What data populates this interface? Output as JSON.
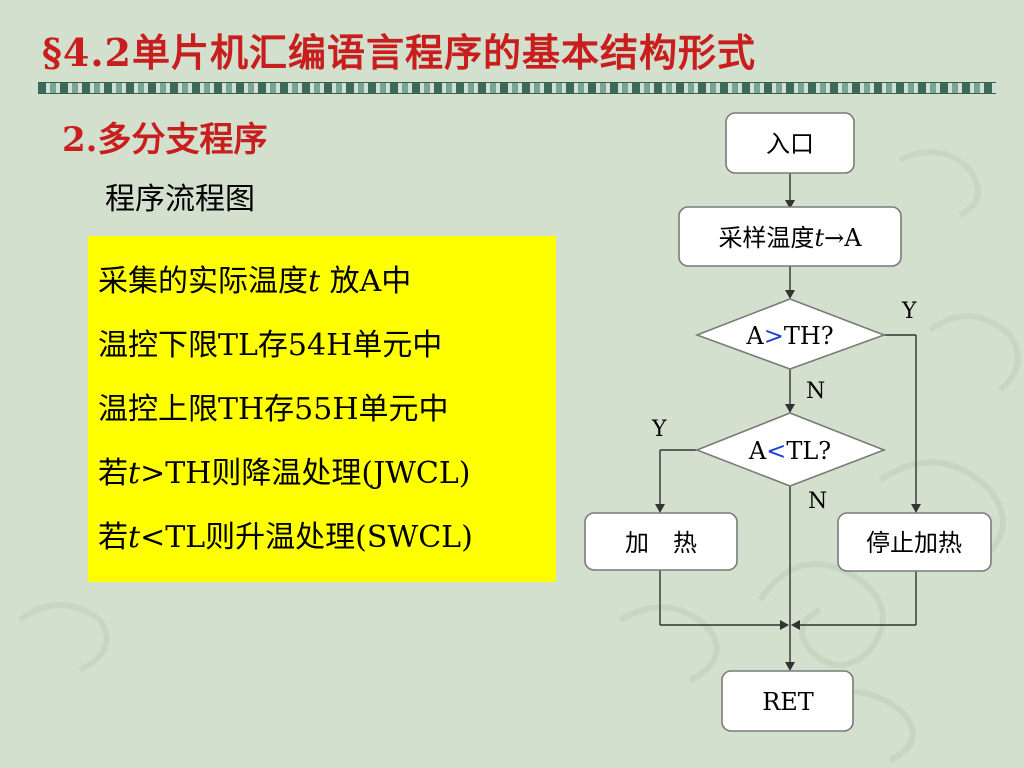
{
  "title": "§4.2单片机汇编语言程序的基本结构形式",
  "subtitle": "2.多分支程序",
  "caption": "程序流程图",
  "notes": [
    "采集的实际温度",
    "t",
    " 放A中",
    "温控下限TL存54H单元中",
    "温控上限TH存55H单元中",
    "若",
    "t",
    ">TH则降温处理(JWCL)",
    "若",
    "t",
    "<TL则升温处理(SWCL)"
  ],
  "flowchart": {
    "entry": "入口",
    "sample_prefix": "采样温度",
    "sample_var": "t",
    "sample_suffix": "→A",
    "decision1_left": "A",
    "decision1_op": ">",
    "decision1_right": "TH?",
    "decision2_left": "A",
    "decision2_op": "<",
    "decision2_right": "TL?",
    "heat": "加　热",
    "stop_heat": "停止加热",
    "ret": "RET",
    "yes": "Y",
    "no": "N"
  },
  "colors": {
    "title": "#c81e1e",
    "note_bg": "#ffff00",
    "operator": "#1f3fd0"
  }
}
